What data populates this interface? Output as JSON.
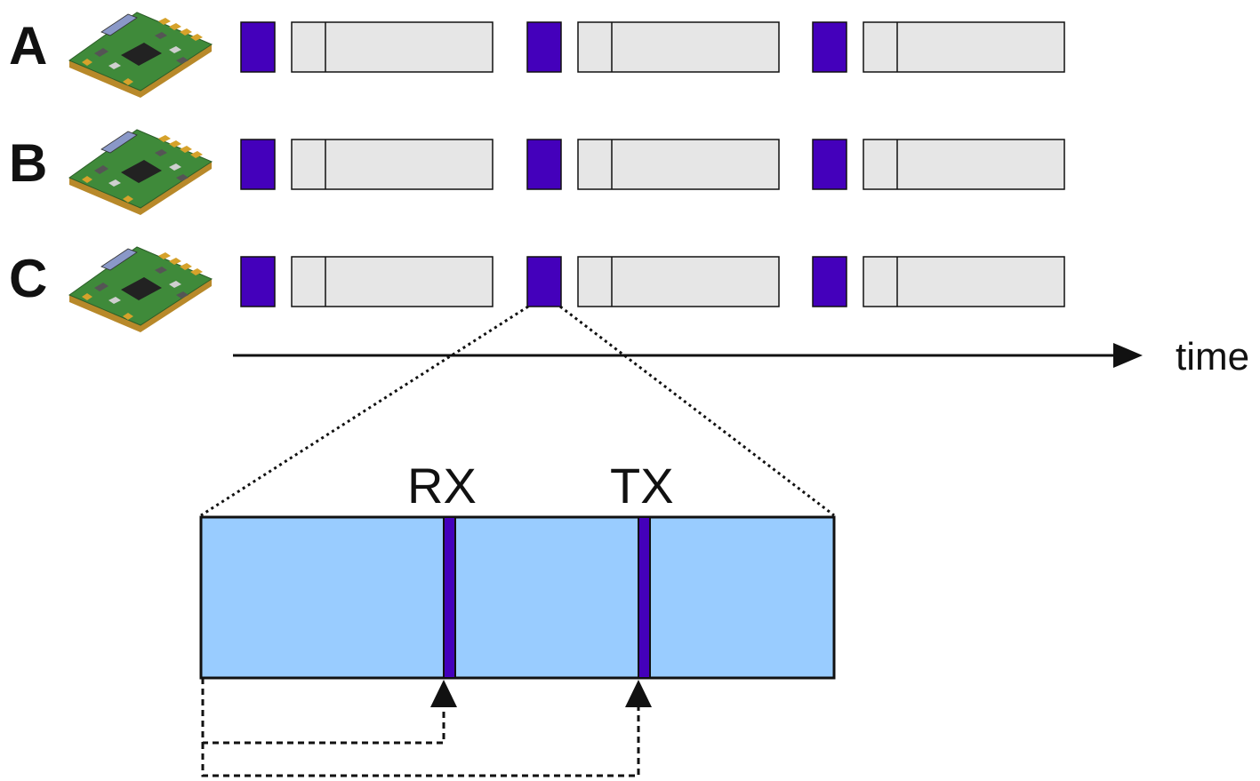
{
  "nodes": [
    {
      "label": "A",
      "icon": "circuit-board-icon"
    },
    {
      "label": "B",
      "icon": "circuit-board-icon"
    },
    {
      "label": "C",
      "icon": "circuit-board-icon"
    }
  ],
  "axis": {
    "label": "time"
  },
  "zoom": {
    "rx_label": "RX",
    "tx_label": "TX"
  },
  "colors": {
    "active_slot": "#4400bb",
    "sleep_period": "#e6e6e6",
    "zoom_fill": "#99ccff",
    "board_green": "#3f8a3a",
    "board_gold": "#d6a22b",
    "chip": "#222222",
    "outline": "#111111"
  }
}
